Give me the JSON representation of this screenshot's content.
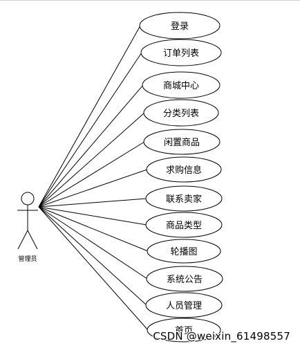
{
  "actor": {
    "label": "管理员"
  },
  "use_cases": [
    {
      "label": "登录"
    },
    {
      "label": "订单列表"
    },
    {
      "label": "商城中心"
    },
    {
      "label": "分类列表"
    },
    {
      "label": "闲置商品"
    },
    {
      "label": "求购信息"
    },
    {
      "label": "联系卖家"
    },
    {
      "label": "商品类型"
    },
    {
      "label": "轮播图"
    },
    {
      "label": "系统公告"
    },
    {
      "label": "人员管理"
    },
    {
      "label": "首页"
    }
  ],
  "watermark": {
    "text": "CSDN @weixin_61498557"
  },
  "colors": {
    "stroke": "#000000",
    "background": "#ffffff"
  }
}
